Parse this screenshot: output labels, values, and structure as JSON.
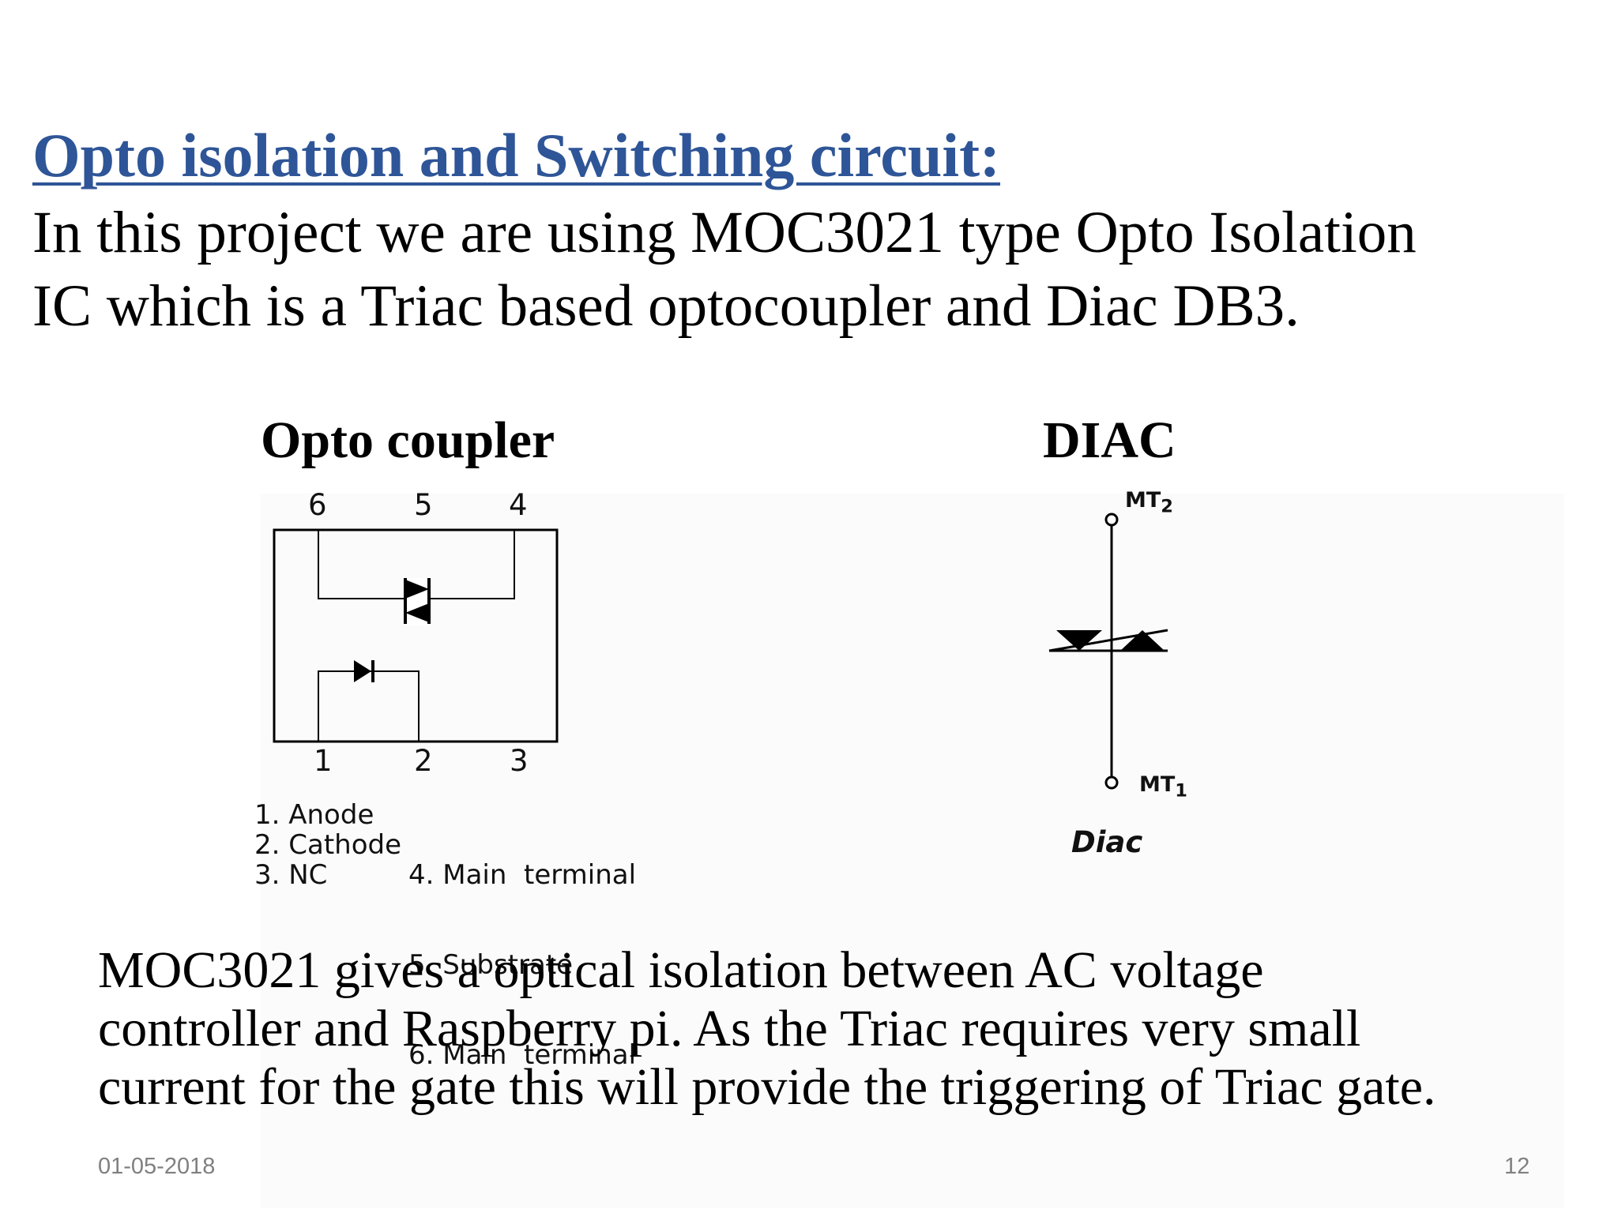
{
  "slide": {
    "title": "Opto isolation and Switching circuit:",
    "intro_line1": "In this project we are using MOC3021 type Opto Isolation",
    "intro_line2": "IC which is a Triac based optocoupler and Diac DB3.",
    "body_line1": "MOC3021 gives a optical isolation between AC voltage",
    "body_line2": "controller and Raspberry pi. As the Triac requires very small",
    "body_line3": "current for the gate this will provide the triggering of Triac gate.",
    "date": "01-05-2018",
    "page_number": "12"
  },
  "optocoupler": {
    "heading": "Opto coupler",
    "top_pins": [
      "6",
      "5",
      "4"
    ],
    "bottom_pins": [
      "1",
      "2",
      "3"
    ],
    "legend_left": [
      "1. Anode",
      "2. Cathode",
      "3. NC"
    ],
    "legend_right": [
      "4. Main  terminal",
      "5. Substrate",
      "6. Main  terminal"
    ]
  },
  "diac": {
    "heading": "DIAC",
    "mt2_label": "MT",
    "mt2_sub": "2",
    "mt1_label": "MT",
    "mt1_sub": "1",
    "caption": "Diac"
  },
  "colors": {
    "title": "#2e5597",
    "footer_text": "#808080"
  }
}
